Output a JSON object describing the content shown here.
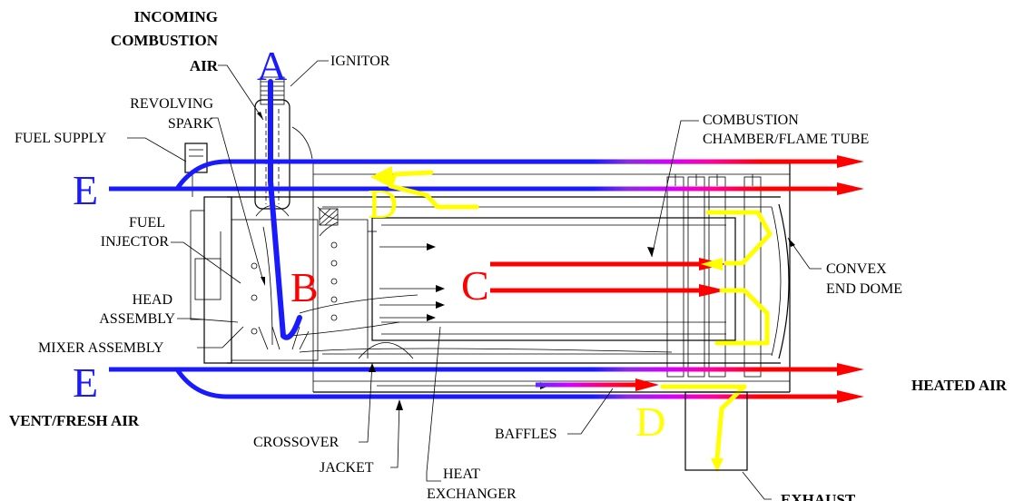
{
  "labels": {
    "incoming_combustion_air": [
      "INCOMING",
      "COMBUSTION",
      "AIR"
    ],
    "ignitor": "IGNITOR",
    "revolving_spark": [
      "REVOLVING",
      "SPARK"
    ],
    "fuel_supply": "FUEL SUPPLY",
    "fuel_injector": [
      "FUEL",
      "INJECTOR"
    ],
    "head_assembly": [
      "HEAD",
      "ASSEMBLY"
    ],
    "mixer_assembly": "MIXER ASSEMBLY",
    "vent_fresh_air": "VENT/FRESH AIR",
    "crossover": "CROSSOVER",
    "jacket": "JACKET",
    "heat_exchanger": [
      "HEAT",
      "EXCHANGER"
    ],
    "baffles": "BAFFLES",
    "exhaust": "EXHAUST",
    "heated_air": "HEATED AIR",
    "combustion_chamber": [
      "COMBUSTION",
      "CHAMBER/FLAME TUBE"
    ],
    "convex_end_dome": [
      "CONVEX",
      "END DOME"
    ]
  },
  "markers": {
    "a": "A",
    "b": "B",
    "c": "C",
    "d_top": "D",
    "d_bottom": "D",
    "e_top": "E",
    "e_bottom": "E"
  },
  "colors": {
    "fresh_air": "#1a1aff",
    "heated": "#ff0000",
    "transition": "#a020f0",
    "magenta": "#ff00ff",
    "exhaust": "#ffff00",
    "marker_red": "#ff0000",
    "marker_blue": "#1a1aff",
    "marker_yellow": "#ffff00"
  }
}
